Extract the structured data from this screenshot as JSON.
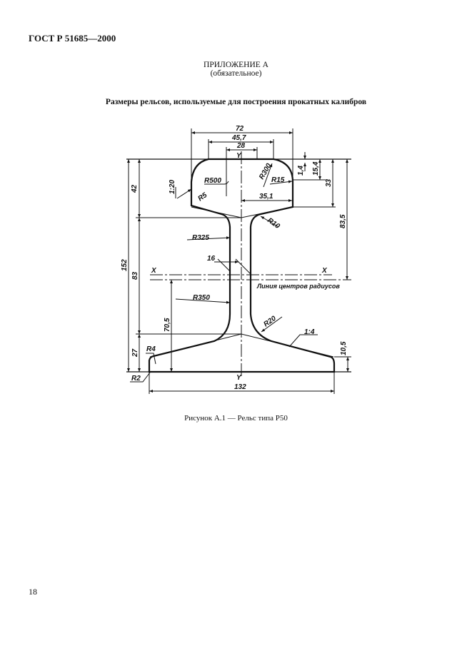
{
  "header": {
    "standard": "ГОСТ Р 51685—2000"
  },
  "appendix": {
    "title": "ПРИЛОЖЕНИЕ А",
    "status": "(обязательное)"
  },
  "section_title": "Размеры рельсов, используемые для построения прокатных калибров",
  "figure": {
    "caption": "Рисунок А.1 — Рельс типа Р50",
    "labels": {
      "d72": "72",
      "d45_7": "45,7",
      "d28": "28",
      "y_top": "Y",
      "y_bottom": "Y",
      "d1_4": "1,4",
      "d15_4": "15,4",
      "d33": "33",
      "d83_5": "83,5",
      "d42": "42",
      "d152": "152",
      "d83": "83",
      "d27": "27",
      "d70_5": "70,5",
      "d10_5": "10,5",
      "d132": "132",
      "slope_head": "1:20",
      "slope_foot": "1:4",
      "r500": "R500",
      "r5": "R5",
      "r300": "R300",
      "r15": "R15",
      "d35_1": "35,1",
      "r10": "R10",
      "r325": "R325",
      "r350": "R350",
      "r20": "R20",
      "r4": "R4",
      "r2": "R2",
      "d16": "16",
      "x_left": "X",
      "x_right": "X",
      "centers_line": "Линия центров радиусов"
    }
  },
  "footer": {
    "page_number": "18"
  }
}
